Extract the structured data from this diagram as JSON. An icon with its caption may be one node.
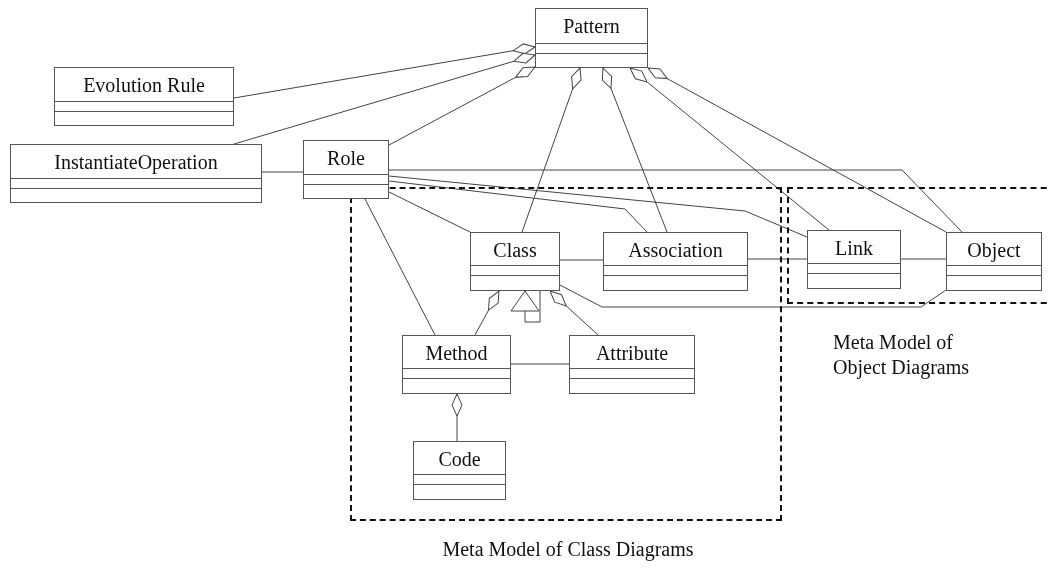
{
  "diagram": {
    "nodes": [
      {
        "text": [
          "Pattern"
        ]
      },
      {
        "text": [
          "Evolution Rule"
        ]
      },
      {
        "text": [
          "InstantiateOperation"
        ]
      },
      {
        "text": [
          "Role"
        ]
      },
      {
        "text": [
          "Meta Model of Class Diagrams"
        ]
      },
      {
        "text": [
          "Class"
        ],
        "in": 4
      },
      {
        "text": [
          "Association"
        ],
        "in": 4
      },
      {
        "text": [
          "Meta Model of Object Diagrams"
        ]
      },
      {
        "text": [
          "Link"
        ],
        "in": 7
      },
      {
        "text": [
          "Object"
        ],
        "in": 7
      },
      {
        "text": [
          "Method"
        ],
        "in": 4
      },
      {
        "text": [
          "Attribute"
        ],
        "in": 4
      },
      {
        "text": [
          "Code"
        ],
        "in": 4
      }
    ],
    "edges": [
      {
        "from": 0,
        "to": 1,
        "arrow": "other"
      },
      {
        "from": 0,
        "to": 2,
        "arrow": "other"
      },
      {
        "from": 0,
        "to": 3,
        "arrow": "other"
      },
      {
        "from": 0,
        "to": 5,
        "arrow": "other"
      },
      {
        "from": 0,
        "to": 6,
        "arrow": "other"
      },
      {
        "from": 0,
        "to": 8,
        "arrow": "other"
      },
      {
        "from": 0,
        "to": 9,
        "arrow": "other"
      },
      {
        "from": 2,
        "to": 3,
        "arrow": "none"
      },
      {
        "from": 3,
        "to": 9,
        "arrow": "none"
      },
      {
        "from": 3,
        "to": 8,
        "arrow": "none"
      },
      {
        "from": 3,
        "to": 6,
        "arrow": "none"
      },
      {
        "from": 3,
        "to": 5,
        "arrow": "none"
      },
      {
        "from": 3,
        "to": 10,
        "arrow": "none"
      },
      {
        "from": 5,
        "to": 6,
        "arrow": "none"
      },
      {
        "from": 6,
        "to": 8,
        "arrow": "none"
      },
      {
        "from": 8,
        "to": 9,
        "arrow": "none"
      },
      {
        "from": 5,
        "to": 9,
        "arrow": "none"
      },
      {
        "from": 5,
        "to": 5,
        "arrow": "to"
      },
      {
        "from": 5,
        "to": 10,
        "arrow": "other"
      },
      {
        "from": 5,
        "to": 11,
        "arrow": "other"
      },
      {
        "from": 10,
        "to": 11,
        "arrow": "none"
      },
      {
        "from": 10,
        "to": 12,
        "arrow": "other"
      }
    ]
  }
}
